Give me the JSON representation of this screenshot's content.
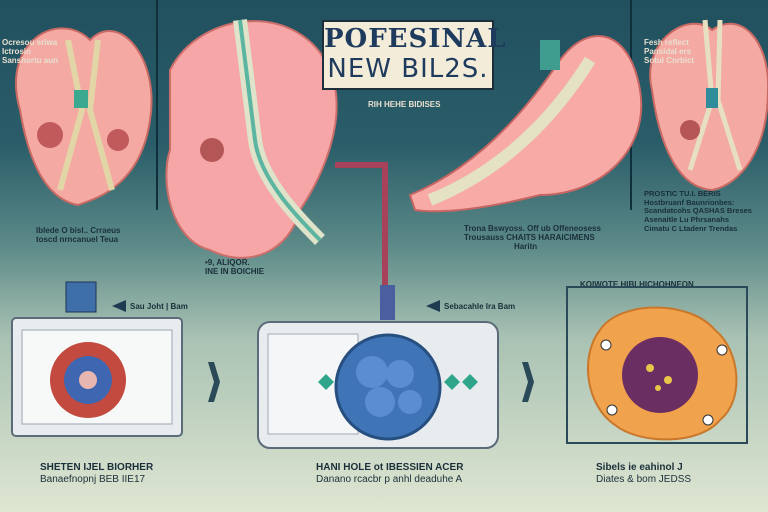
{
  "title": {
    "line1": "POFESINAL",
    "line2": "NEW BIL2S."
  },
  "subtitle": "RIH HEHE BIDISES",
  "top_left_label": [
    "Ocresou sriwa",
    "Ictrosin",
    "Sanshortu aun"
  ],
  "top_right_label": [
    "Fesh reflect",
    "Pansidal ers",
    "Sotui Cnrbict"
  ],
  "caption_left": [
    "Iblede O bisl.. Crraeus",
    "toscd nrncanuel Teua"
  ],
  "caption_center_left": [
    "•9, ALIQOR.",
    "INE IN BOICHIE"
  ],
  "caption_center_right": [
    "Trona Bswyoss. Off ub Offeneosess",
    "Trousauss CHAITS HARAICIMENS",
    "Haritn"
  ],
  "caption_right": [
    "PROSTIC TU.I. BERIS",
    "Hostbruanf Baunrionbes:",
    "Scandatcohs QASHAS Breses",
    "Asenaitle Lu Phrsanahs",
    "Cimatu C Ltadenr Trendas"
  ],
  "callout_left": "Sau Joht | Bam",
  "callout_center": "Sebacahle Ira Bam",
  "micro_title": "KOIWOTE HIBLHICHOHNEON",
  "bottom_left": [
    "SHETEN IJEL BIORHER",
    "Banaefnopnj BEB IIE17"
  ],
  "bottom_center": [
    "HANI HOLE ot IBESSIEN ACER",
    "Danano rcacbr p anhl deaduhe A"
  ],
  "bottom_right": [
    "Sibels ie eahinol J",
    "Diates & bom JEDSS"
  ],
  "colors": {
    "accent": "#1e3a5c",
    "tissue": "#f29c9a",
    "cyst": "#4a7fc1"
  }
}
